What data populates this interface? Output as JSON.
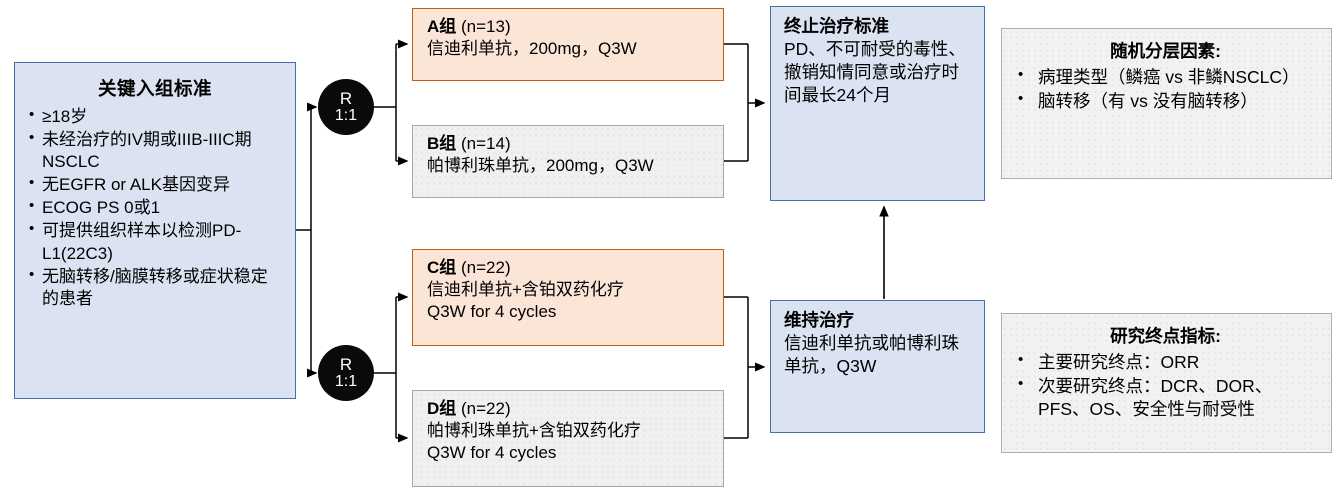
{
  "colors": {
    "blue_fill": "#dbe3f2",
    "blue_border": "#4472a8",
    "orange_fill": "#fbe5d6",
    "orange_border": "#c55a11",
    "grey_fill": "#f0f0f0",
    "grey_border": "#a6a6a6",
    "node_fill": "#0a0a0a",
    "connector": "#000000"
  },
  "eligibility": {
    "title": "关键入组标准",
    "bullets": [
      "≥18岁",
      "未经治疗的IV期或IIIB-IIIC期NSCLC",
      "无EGFR or ALK基因变异",
      "ECOG PS 0或1",
      "可提供组织样本以检测PD-L1(22C3)",
      "无脑转移/脑膜转移或症状稳定的患者"
    ]
  },
  "randomization": [
    {
      "label": "R",
      "ratio": "1:1"
    },
    {
      "label": "R",
      "ratio": "1:1"
    }
  ],
  "arms": [
    {
      "group": "A组",
      "n": "(n=13)",
      "regimen_lines": [
        "信迪利单抗，200mg，Q3W"
      ],
      "style": "orange"
    },
    {
      "group": "B组",
      "n": "(n=14)",
      "regimen_lines": [
        "帕博利珠单抗，200mg，Q3W"
      ],
      "style": "grey"
    },
    {
      "group": "C组",
      "n": "(n=22)",
      "regimen_lines": [
        "信迪利单抗+含铂双药化疗",
        "Q3W for 4 cycles"
      ],
      "style": "orange"
    },
    {
      "group": "D组",
      "n": "(n=22)",
      "regimen_lines": [
        "帕博利珠单抗+含铂双药化疗",
        "Q3W for 4 cycles"
      ],
      "style": "grey"
    }
  ],
  "discontinuation": {
    "title": "终止治疗标准",
    "body": "PD、不可耐受的毒性、撤销知情同意或治疗时间最长24个月"
  },
  "maintenance": {
    "title": "维持治疗",
    "body": "信迪利单抗或帕博利珠单抗，Q3W"
  },
  "stratification": {
    "title": "随机分层因素:",
    "items": [
      "病理类型（鳞癌 vs 非鳞NSCLC）",
      "脑转移（有 vs 没有脑转移）"
    ]
  },
  "endpoints": {
    "title": "研究终点指标:",
    "items": [
      "主要研究终点：ORR",
      "次要研究终点：DCR、DOR、PFS、OS、安全性与耐受性"
    ]
  }
}
